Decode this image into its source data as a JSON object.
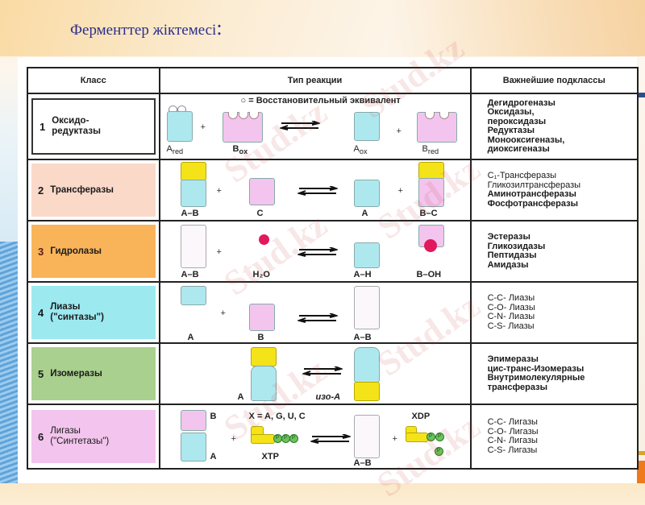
{
  "slide": {
    "title": "Ферменттер жіктемесі",
    "title_suffix": ":"
  },
  "table": {
    "headers": [
      "Класс",
      "Тип реакции",
      "Важнейшие подклассы"
    ],
    "rows": [
      {
        "num": "1",
        "class_name": "Оксидо-\nредуктазы",
        "class_color": "#ffffff",
        "reaction": {
          "note": "○ = Восстановительный эквивалент",
          "labels": [
            "A",
            "red",
            "B",
            "ox",
            "A",
            "ox",
            "B",
            "red"
          ]
        },
        "subclasses": [
          "Дегидрогеназы",
          "Оксидазы,",
          "пероксидазы",
          "Редуктазы",
          "Монооксигеназы,",
          "диоксигеназы"
        ]
      },
      {
        "num": "2",
        "class_name": "Трансферазы",
        "class_color": "#fad9c9",
        "reaction": {
          "labels": [
            "A–B",
            "C",
            "A",
            "B–C"
          ]
        },
        "subclasses": [
          "C₁-Трансферазы",
          "Гликозилтрансферазы",
          "Аминотрансферазы",
          "Фосфотрансферазы"
        ]
      },
      {
        "num": "3",
        "class_name": "Гидролазы",
        "class_color": "#f9b45a",
        "reaction": {
          "labels": [
            "A–B",
            "H₂O",
            "A–H",
            "B–OH"
          ]
        },
        "subclasses": [
          "Эстеразы",
          "Гликозидазы",
          "Пептидазы",
          "Амидазы"
        ]
      },
      {
        "num": "4",
        "class_name": "Лиазы\n(\"синтазы\")",
        "class_color": "#9ce9f0",
        "reaction": {
          "labels": [
            "A",
            "B",
            "A–B"
          ]
        },
        "subclasses": [
          "C-C- Лиазы",
          "C-O- Лиазы",
          "C-N- Лиазы",
          "C-S- Лиазы"
        ]
      },
      {
        "num": "5",
        "class_name": "Изомеразы",
        "class_color": "#a9d08e",
        "reaction": {
          "labels": [
            "A",
            "изо-A"
          ]
        },
        "subclasses": [
          "Эпимеразы",
          "цис-транс-Изомеразы",
          "Внутримолекулярные",
          "трансферазы"
        ]
      },
      {
        "num": "6",
        "class_name": "Лигазы\n(\"Синтетазы\")",
        "class_color": "#f3c5ee",
        "reaction": {
          "labels": [
            "B",
            "A",
            "X = A, G, U, C",
            "XTP",
            "A–B",
            "XDP"
          ],
          "phosphate": "P"
        },
        "subclasses": [
          "C-C- Лигазы",
          "C-O- Лигазы",
          "C-N- Лигазы",
          "C-S- Лигазы"
        ]
      }
    ]
  },
  "watermark": "Stud.kz",
  "colors": {
    "title": "#2a2f8f",
    "cyan": "#aee8ef",
    "pink": "#f3c5ee",
    "yellow": "#f5e31a",
    "water": "#e2185f",
    "phosphate": "#6cc35a"
  }
}
